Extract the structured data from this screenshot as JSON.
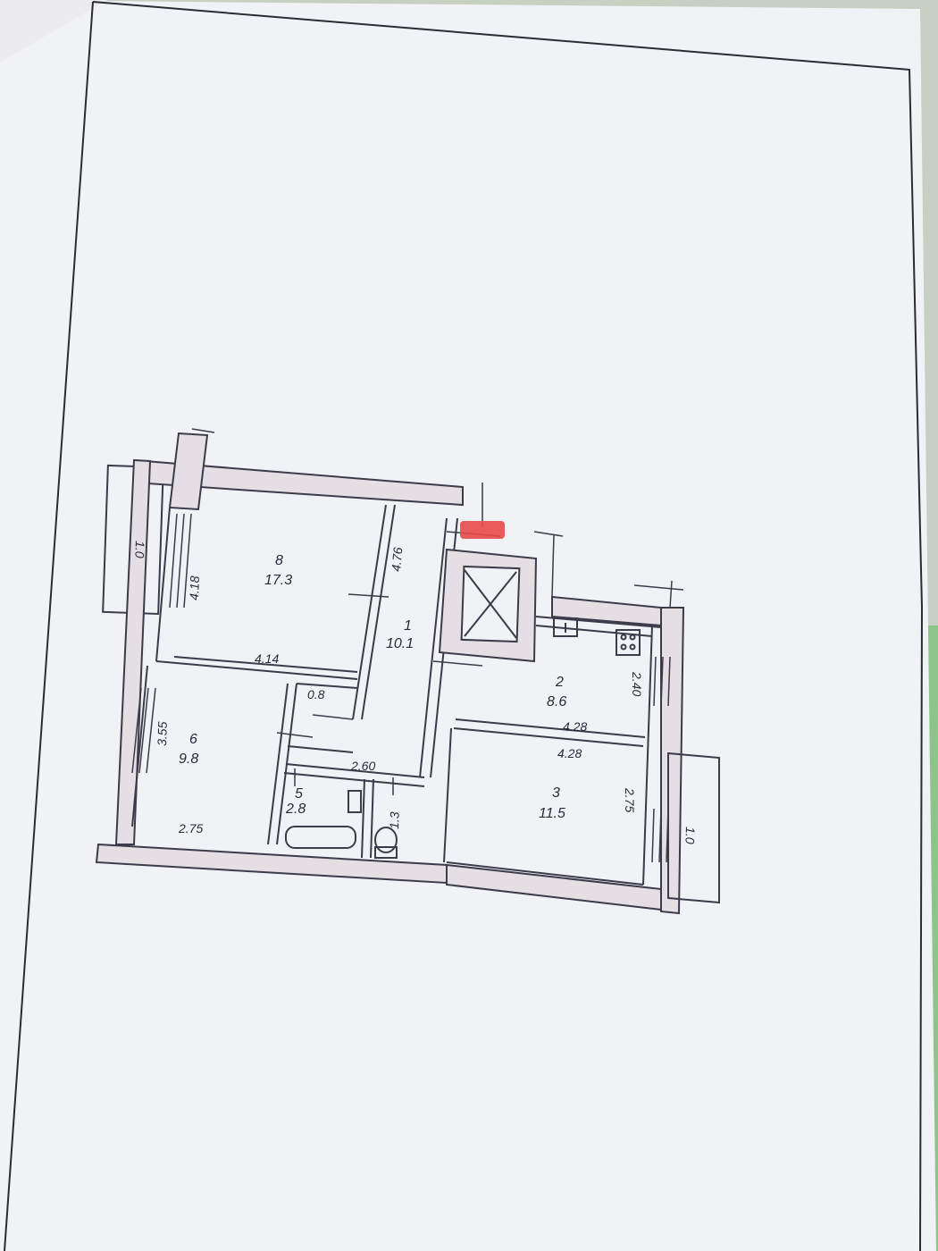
{
  "colors": {
    "paper": "#f1f2f5",
    "ink": "#3b3b4a",
    "wall_fill": "#e3dde2",
    "redaction": "#e64a4a",
    "background_green": "#8fc48a"
  },
  "rooms": [
    {
      "number": "1",
      "area": "10.1"
    },
    {
      "number": "2",
      "area": "8.6"
    },
    {
      "number": "3",
      "area": "11.5"
    },
    {
      "number": "5",
      "area": "2.8"
    },
    {
      "number": "6",
      "area": "9.8"
    },
    {
      "number": "8",
      "area": "17.3"
    }
  ],
  "dimensions": {
    "room8_depth": "4.18",
    "room8_width": "4.14",
    "room1_depth": "4.76",
    "room6_depth": "3.55",
    "room6_width": "2.75",
    "closet_width": "0.8",
    "corridor_width": "2.60",
    "wc_area": "1.3",
    "room2_width": "4.28",
    "room2_depth": "2.40",
    "room3_width": "4.28",
    "room3_depth": "2.75",
    "balcony_left": "1.0",
    "balcony_right": "1.0"
  },
  "icons": [
    "ventilation-shaft-icon",
    "stove-icon",
    "sink-icon",
    "bathtub-icon",
    "toilet-icon"
  ]
}
